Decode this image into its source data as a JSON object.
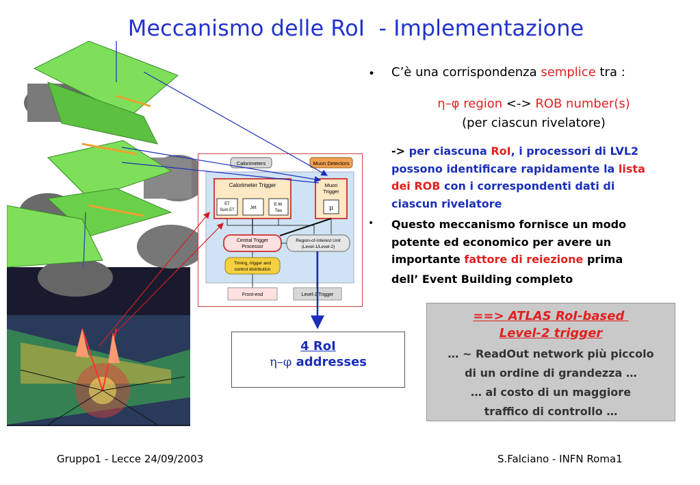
{
  "title": "Meccanismo delle RoI  - Implementazione",
  "bullet_char": "•",
  "point1": {
    "pre": "C’è una corrispondenza ",
    "highlight": "semplice",
    "post": " tra :"
  },
  "mapping": {
    "eta_phi": "η–φ",
    "region": " region ",
    "arrow": "<->",
    "rob": " ROB number(s)",
    "per": "(per ciascun rivelatore)"
  },
  "arrow_para": {
    "arrow": "-> ",
    "l1a": "per ciascuna ",
    "roi": "RoI",
    "l1b": ", i processori di LVL2",
    "l2a": "possono identificare rapidamente la ",
    "lista": "lista",
    "l3a": "dei ROB",
    "l3b": " con i correspondenti dati di",
    "l4": "ciascun rivelatore"
  },
  "point2": {
    "l1": "Questo meccanismo fornisce un modo",
    "l2": "potente ed economico per avere un",
    "l3a": "importante ",
    "l3b": "fattore di reiezione",
    "l3c": " prima",
    "l4": "dell’ Event Building completo"
  },
  "addr_box": {
    "line1": "4 RoI",
    "eta_phi": "η–φ",
    "line2": " addresses"
  },
  "atlas_box": {
    "title1": "==> ATLAS RoI-based ",
    "title2": "Level-2 trigger",
    "b1": "… ~ ReadOut network più piccolo",
    "b2": "di un ordine di grandezza …",
    "b3": "… al costo di un maggiore",
    "b4": "traffico di controllo …"
  },
  "diagram": {
    "calorimeters": "Calorimeters",
    "muon_detectors": "Muon Detectors",
    "calo_trigger": "Calorimeter Trigger",
    "sum_et_top": "ET",
    "sum_et": "Sum ET",
    "jet": "Jet",
    "em_tau_1": "E.M.",
    "em_tau_2": "Tau",
    "muon_trigger_1": "Muon",
    "muon_trigger_2": "Trigger",
    "mu": "μ",
    "ctp_1": "Central Trigger",
    "ctp_2": "Processor",
    "roi_unit_1": "Region-of-Interest Unit",
    "roi_unit_2": "(Level-1/Level-2)",
    "timing_1": "Timing, trigger and",
    "timing_2": "control distribution",
    "front_end": "Front-end",
    "level2_trigger": "Level-2 Trigger"
  },
  "footer": {
    "left": "Gruppo1 - Lecce 24/09/2003",
    "right": "S.Falciano - INFN Roma1"
  },
  "colors": {
    "title_blue": "#2233cc",
    "red": "#e02020",
    "text_blue": "#1a2fb8",
    "atlas_box_bg": "#c9c9c9",
    "diagram_bg": "#cfe3f5",
    "detector_green": "#7ee05a"
  }
}
